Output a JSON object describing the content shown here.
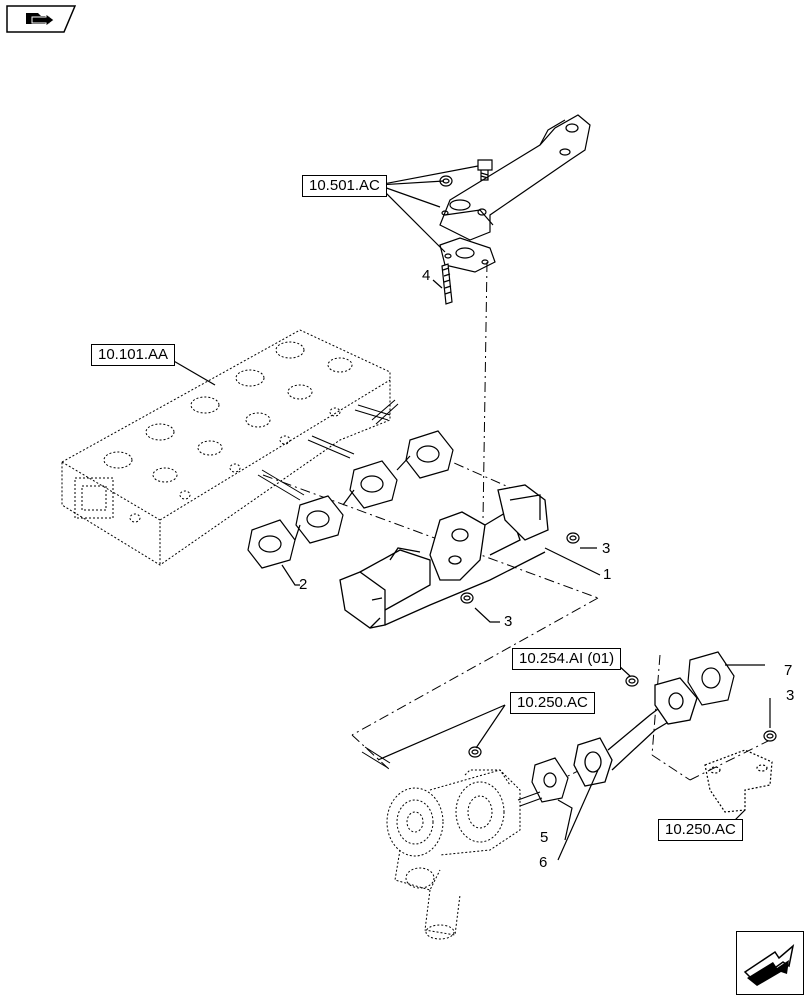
{
  "references": {
    "r10501ac": "10.501.AC",
    "r10101aa": "10.101.AA",
    "r10254ai": "10.254.AI (01)",
    "r10250ac_a": "10.250.AC",
    "r10250ac_b": "10.250.AC"
  },
  "callouts": {
    "c1": "1",
    "c2": "2",
    "c3a": "3",
    "c3b": "3",
    "c3c": "3",
    "c4": "4",
    "c5": "5",
    "c6": "6",
    "c7": "7"
  },
  "icons": {
    "top_left": "book-arrow-icon",
    "bottom_right": "next-page-arrow-icon"
  }
}
